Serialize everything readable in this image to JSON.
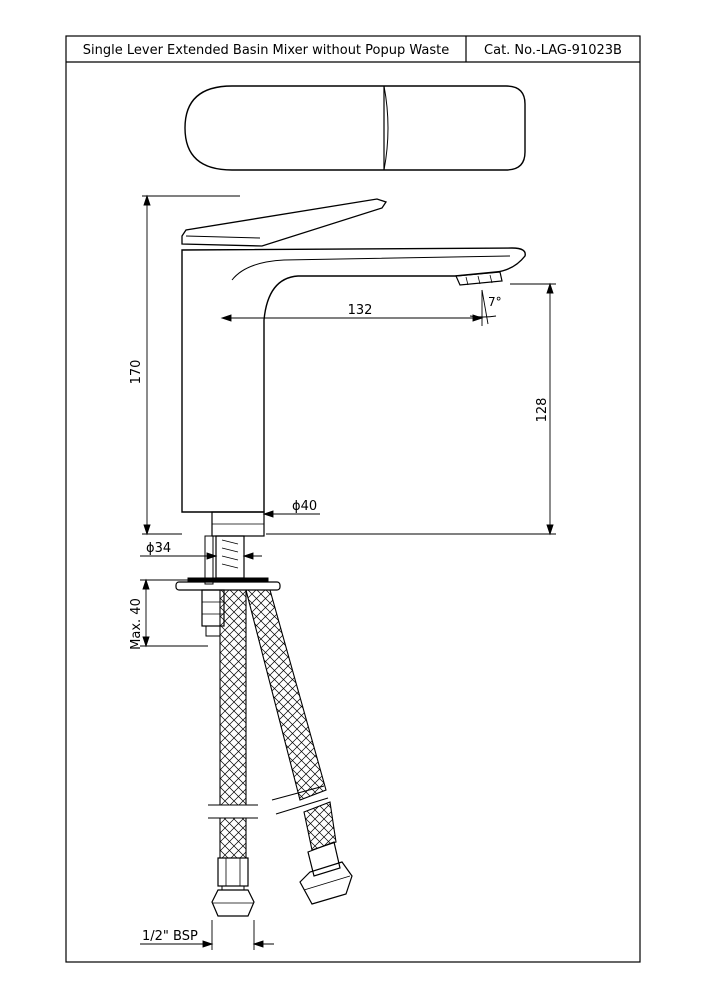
{
  "title_block": {
    "product_name": "Single Lever Extended Basin Mixer without Popup Waste",
    "catalog_number": "Cat. No.-LAG-91023B"
  },
  "dimensions": {
    "height_total": "170",
    "spout_reach": "132",
    "spout_height": "128",
    "spout_angle": "7°",
    "body_diameter": "ϕ40",
    "shank_diameter": "ϕ34",
    "max_counter": "Max. 40",
    "connection": "1/2\" BSP"
  }
}
